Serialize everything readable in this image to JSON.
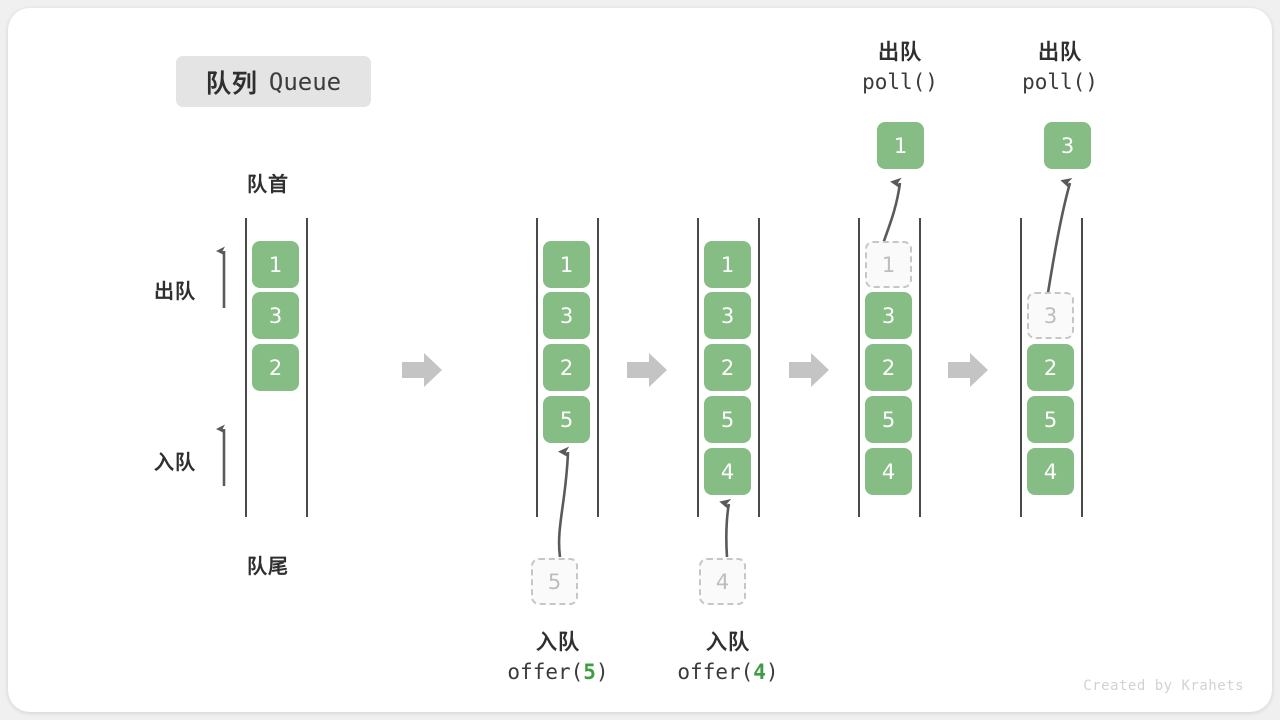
{
  "title": {
    "cn": "队列",
    "en": "Queue"
  },
  "side_labels": {
    "head": "队首",
    "tail": "队尾",
    "dequeue": "出队",
    "enqueue": "入队"
  },
  "watermark": "Created by Krahets",
  "colors": {
    "cell_fill": "#86bd85",
    "cell_text": "#ffffff",
    "ghost_border": "#c6c6c6",
    "ghost_text": "#bdbdbd",
    "rail": "#4a4a4a",
    "arrow": "#5a5a5a",
    "separator": "#c4c4c4",
    "badge_bg": "#e4e4e4",
    "accent_green": "#3f9c45",
    "card_bg": "#ffffff",
    "page_bg": "#f0f0f0"
  },
  "chart_data": {
    "type": "diagram",
    "title": "队列 Queue",
    "description": "Queue offer/poll operation sequence shown as five successive states",
    "states": [
      {
        "index": 0,
        "items": [
          1,
          3,
          2
        ],
        "ghost": null,
        "ghost_index": null
      },
      {
        "index": 1,
        "items": [
          1,
          3,
          2,
          5
        ],
        "ghost": null,
        "ghost_index": null
      },
      {
        "index": 2,
        "items": [
          1,
          3,
          2,
          5,
          4
        ],
        "ghost": null,
        "ghost_index": null
      },
      {
        "index": 3,
        "items": [
          1,
          3,
          2,
          5,
          4
        ],
        "ghost": 1,
        "ghost_index": 0
      },
      {
        "index": 4,
        "items": [
          3,
          2,
          5,
          4
        ],
        "ghost": 3,
        "ghost_index": 0
      }
    ],
    "operations": [
      {
        "position": "bottom",
        "cn": "入队",
        "fn": "offer(",
        "arg": "5",
        "fn_end": ")",
        "after_state": 1
      },
      {
        "position": "bottom",
        "cn": "入队",
        "fn": "offer(",
        "arg": "4",
        "fn_end": ")",
        "after_state": 2
      },
      {
        "position": "top",
        "cn": "出队",
        "fn": "poll(",
        "arg": "",
        "fn_end": ")",
        "result": 1,
        "after_state": 3
      },
      {
        "position": "top",
        "cn": "出队",
        "fn": "poll(",
        "arg": "",
        "fn_end": ")",
        "result": 3,
        "after_state": 4
      }
    ]
  },
  "columns": {
    "c0": {
      "cells": [
        "1",
        "3",
        "2"
      ]
    },
    "c1": {
      "cells": [
        "1",
        "3",
        "2",
        "5"
      ],
      "incoming": "5"
    },
    "c2": {
      "cells": [
        "1",
        "3",
        "2",
        "5",
        "4"
      ],
      "incoming": "4"
    },
    "c3": {
      "ghost": "1",
      "cells": [
        "3",
        "2",
        "5",
        "4"
      ],
      "outgoing": "1"
    },
    "c4": {
      "ghost": "3",
      "cells": [
        "2",
        "5",
        "4"
      ],
      "outgoing": "3"
    }
  },
  "captions": {
    "offer5": {
      "cn": "入队",
      "fn_pre": "offer(",
      "arg": "5",
      "fn_post": ")"
    },
    "offer4": {
      "cn": "入队",
      "fn_pre": "offer(",
      "arg": "4",
      "fn_post": ")"
    },
    "poll1": {
      "cn": "出队",
      "fn_pre": "poll(",
      "arg": "",
      "fn_post": ")"
    },
    "poll2": {
      "cn": "出队",
      "fn_pre": "poll(",
      "arg": "",
      "fn_post": ")"
    }
  }
}
